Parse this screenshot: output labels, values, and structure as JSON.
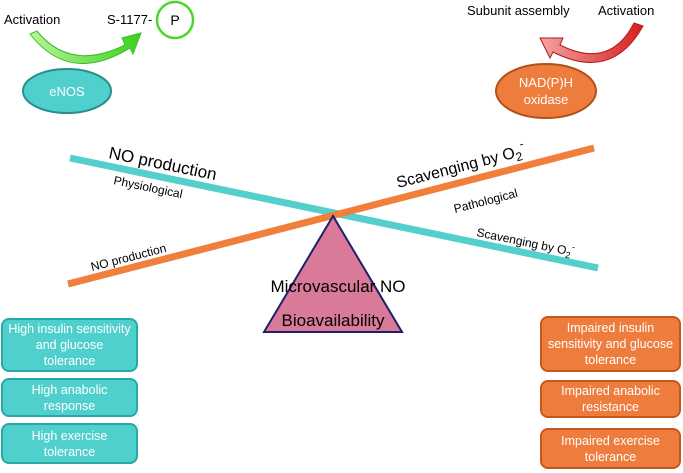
{
  "enos": {
    "activation": "Activation",
    "phospho_site": "S-1177-",
    "phospho": "P",
    "label": "eNOS",
    "colors": {
      "fill": "#4fd0cc",
      "arrow": "#4bd62d"
    }
  },
  "nadph": {
    "subunit_assembly": "Subunit assembly",
    "activation": "Activation",
    "label_line1": "NAD(P)H",
    "label_line2": "oxidase",
    "colors": {
      "fill": "#ee7d3d",
      "arrow": "#d92020"
    }
  },
  "seesaw": {
    "teal_left_label": "NO production",
    "physiological": "Physiological",
    "orange_right_label": "Scavenging by O",
    "orange_right_sub": "2",
    "orange_right_sup": "-",
    "pathological": "Pathological",
    "orange_left_label": "NO production",
    "teal_right_label": "Scavenging by O",
    "teal_right_sub": "2",
    "teal_right_sup": "-",
    "fulcrum_line1": "Microvascular NO",
    "fulcrum_line2": "Bioavailability",
    "colors": {
      "teal_beam": "#55cfcc",
      "orange_beam": "#f07f3c",
      "fulcrum": "#d97a99"
    }
  },
  "left_boxes": [
    {
      "line1": "High insulin sensitivity",
      "line2": "and glucose",
      "line3": "tolerance"
    },
    {
      "line1": "High anabolic",
      "line2": "response"
    },
    {
      "line1": "High exercise",
      "line2": "tolerance"
    }
  ],
  "right_boxes": [
    {
      "line1": "Impaired insulin",
      "line2": "sensitivity and glucose",
      "line3": "tolerance"
    },
    {
      "line1": "Impaired anabolic",
      "line2": "resistance"
    },
    {
      "line1": "Impaired exercise",
      "line2": "tolerance"
    }
  ]
}
